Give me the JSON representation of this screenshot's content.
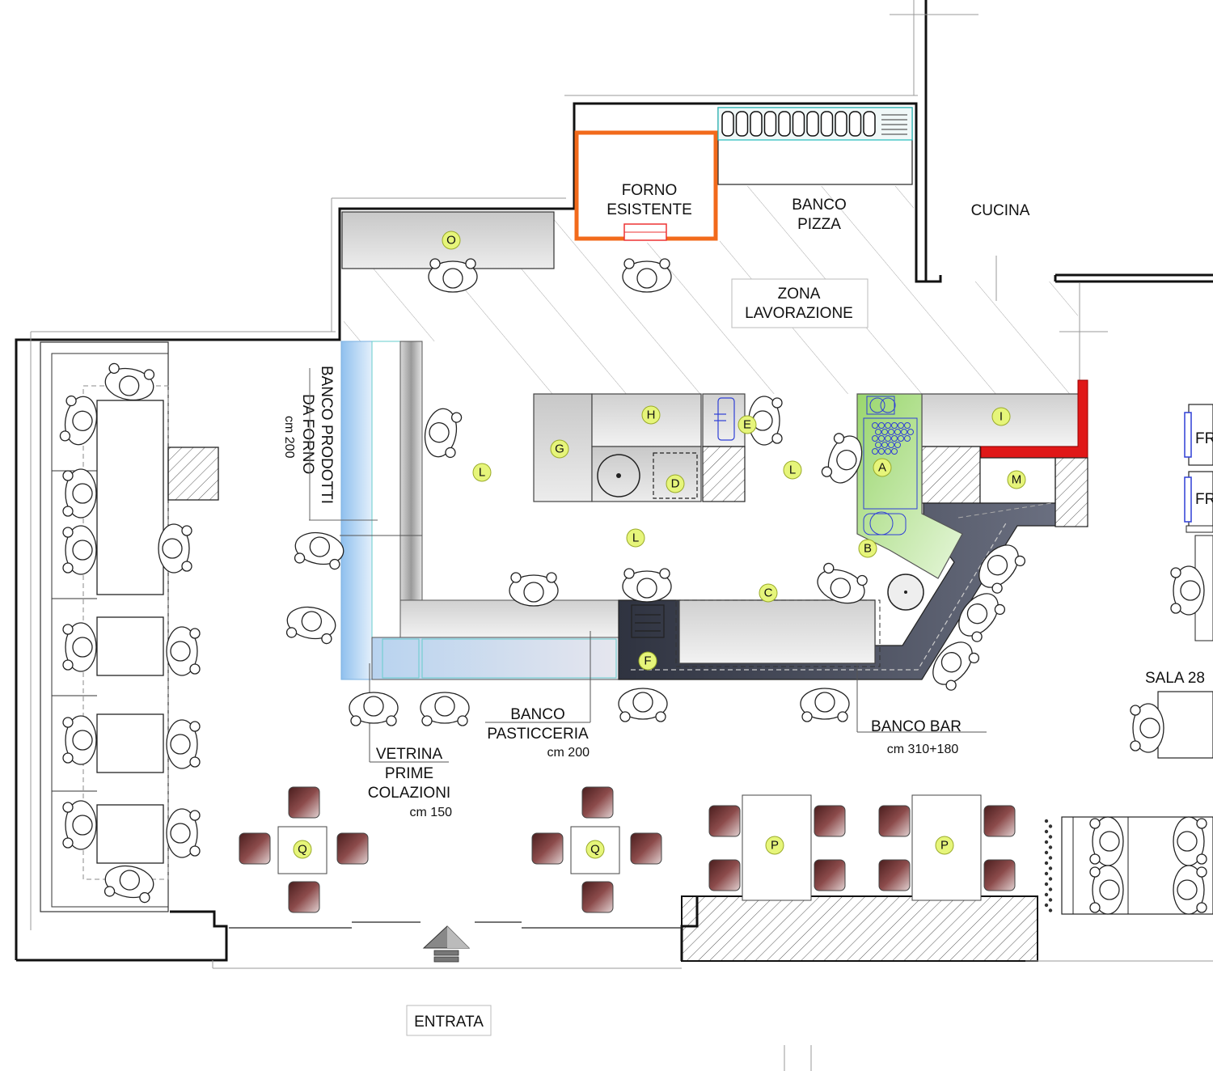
{
  "labels": {
    "forno": [
      "FORNO",
      "ESISTENTE"
    ],
    "banco_pizza": [
      "BANCO",
      "PIZZA"
    ],
    "cucina": "CUCINA",
    "zona_lavorazione": [
      "ZONA",
      "LAVORAZIONE"
    ],
    "banco_prodotti": [
      "BANCO PRODOTTI",
      "DA FORNO",
      "cm 200"
    ],
    "banco_pasticceria": [
      "BANCO",
      "PASTICCERIA",
      "cm 200"
    ],
    "vetrina": [
      "VETRINA",
      "PRIME",
      "COLAZIONI",
      "cm 150"
    ],
    "banco_bar": [
      "BANCO BAR",
      "cm 310+180"
    ],
    "sala": "SALA 28",
    "entrata": "ENTRATA",
    "fr1": "FR",
    "fr2": "FR"
  },
  "markers": [
    "O",
    "H",
    "E",
    "G",
    "L",
    "L",
    "D",
    "A",
    "I",
    "M",
    "L",
    "B",
    "C",
    "F",
    "Q",
    "Q",
    "P",
    "P"
  ],
  "colors": {
    "wall": "#111111",
    "forno": "#f26a1b",
    "vetrina": "#a9cdef",
    "bar_dark": "#3b3f4c",
    "bar_green": "#a6dc7c",
    "bar_red": "#e01818",
    "equipment_blue": "#2f3fd6",
    "chair": "#6e2f2f",
    "marker_fill": "#e6f57a"
  },
  "icons": [
    "person-icon",
    "chair-icon",
    "table-icon",
    "sink-icon",
    "door-arrow-icon",
    "coffee-machine-icon"
  ]
}
